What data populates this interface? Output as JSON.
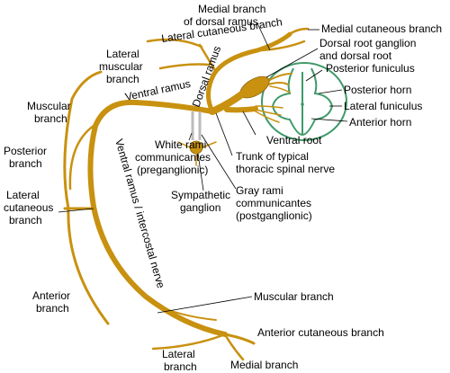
{
  "colors": {
    "nerve": "#C8910F",
    "nerve_outline": "#8C6208",
    "spinal_cord": "#3F9A6A",
    "rami_communicantes": "#BBBBBB",
    "text": "#000000"
  },
  "labels": {
    "medial_branch_dorsal_1": "Medial branch",
    "medial_branch_dorsal_2": "of dorsal ramus",
    "medial_cutaneous_branch": "Medial cutaneous branch",
    "lateral_cutaneous_branch_top": "Lateral cutaneous branch",
    "dorsal_root_ganglion_1": "Dorsal root ganglion",
    "dorsal_root_ganglion_2": "and dorsal root",
    "lateral_muscular_1": "Lateral",
    "lateral_muscular_2": "muscular",
    "lateral_muscular_3": "branch",
    "dorsal_ramus": "Dorsal ramus",
    "posterior_funiculus": "Posterior funiculus",
    "posterior_horn": "Posterior horn",
    "lateral_funiculus": "Lateral funiculus",
    "anterior_horn": "Anterior horn",
    "ventral_ramus": "Ventral ramus",
    "muscular_branch_left_1": "Muscular",
    "muscular_branch_left_2": "branch",
    "ventral_root": "Ventral root",
    "posterior_branch_1": "Posterior",
    "posterior_branch_2": "branch",
    "white_rami_1": "White rami",
    "white_rami_2": "communicantes",
    "white_rami_3": "(preganglionic)",
    "trunk_1": "Trunk of typical",
    "trunk_2": "thoracic spinal nerve",
    "lateral_cutaneous_left_1": "Lateral",
    "lateral_cutaneous_left_2": "cutaneous",
    "lateral_cutaneous_left_3": "branch",
    "sympathetic_1": "Sympathetic",
    "sympathetic_2": "ganglion",
    "gray_rami_1": "Gray rami",
    "gray_rami_2": "communicantes",
    "gray_rami_3": "(postganglionic)",
    "ventral_ramus_intercostal": "Ventral ramus / intercostal nerve",
    "anterior_branch_1": "Anterior",
    "anterior_branch_2": "branch",
    "muscular_branch_bottom": "Muscular branch",
    "anterior_cutaneous_branch": "Anterior cutaneous branch",
    "lateral_branch_bottom_1": "Lateral",
    "lateral_branch_bottom_2": "branch",
    "medial_branch_bottom": "Medial branch"
  }
}
